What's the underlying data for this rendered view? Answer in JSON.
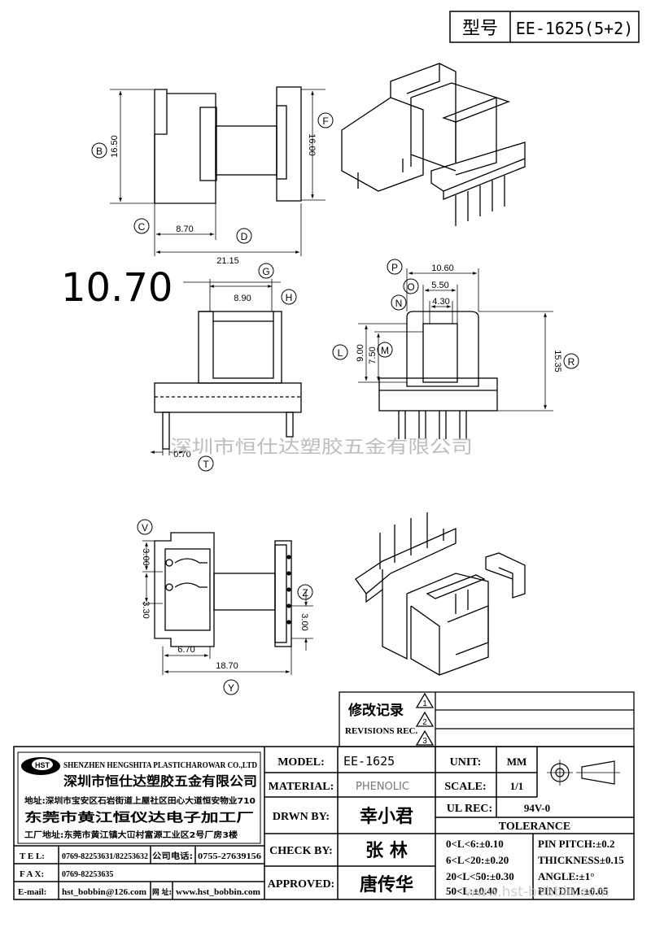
{
  "header": {
    "type_label": "型号",
    "model_code": "EE-1625(5+2)"
  },
  "views": {
    "front": {
      "dim_b": "16.50",
      "dim_f": "16.00",
      "dim_c": "8.70",
      "dim_d": "21.15",
      "label_b": "B",
      "label_f": "F",
      "label_c": "C",
      "label_d": "D"
    },
    "side": {
      "big_dim": "10.70",
      "dim_g": "8.90",
      "dim_t": "0.70",
      "label_g": "G",
      "label_h": "H",
      "label_t": "T"
    },
    "end": {
      "dim_p": "10.60",
      "dim_o": "5.50",
      "dim_n": "4.30",
      "dim_l": "9.00",
      "dim_m": "7.50",
      "dim_r": "15.35",
      "label_p": "P",
      "label_o": "O",
      "label_n": "N",
      "label_l": "L",
      "label_m": "M",
      "label_r": "R"
    },
    "bottom": {
      "dim_v1": "3.00",
      "dim_v2": "3.30",
      "dim_z": "3.00",
      "dim_67": "6.70",
      "dim_y": "18.70",
      "label_v": "V",
      "label_z": "Z",
      "label_y": "Y"
    }
  },
  "watermark": {
    "center": "深圳市恒仕达塑胶五金有限公司",
    "bottom": "www.hst-bobbin.com"
  },
  "revisions": {
    "title_cn": "修改记录",
    "title_en": "REVISIONS REC.",
    "marks": [
      "1",
      "2",
      "3"
    ]
  },
  "company": {
    "name_en": "SHENZHEN HENGSHITA PLASTICHAROWAR CO.,LTD",
    "name_cn": "深圳市恒仕达塑胶五金有限公司",
    "address": "地址:深圳市宝安区石岩街道上屋社区田心大道恒安物业710",
    "factory": "东莞市黄江恒仪达电子加工厂",
    "factory_address": "工厂地址:东莞市黄江镇大冚村富源工业区2号厂房3楼",
    "tel_label": "T E L:",
    "tel": "0769-82253631/82253632",
    "phone_label": "公司电话:",
    "phone": "0755-27639156",
    "fax_label": "F A X:",
    "fax": "0769-82253635",
    "email_label": "E-mail:",
    "email": "hst_bobbin@126.com",
    "web_label": "网 址:",
    "web": "www.hst_bobbin.com"
  },
  "specs": {
    "model_label": "MODEL:",
    "model": "EE-1625",
    "material_label": "MATERIAL:",
    "material": "PHENOLIC",
    "drawn_label": "DRWN BY:",
    "drawn": "幸小君",
    "check_label": "CHECK BY:",
    "check": "张  林",
    "approved_label": "APPROVED:",
    "approved": "唐传华",
    "unit_label": "UNIT:",
    "unit": "MM",
    "scale_label": "SCALE:",
    "scale": "1/1",
    "ul_label": "UL REC:",
    "ul": "94V-0",
    "tolerance_label": "TOLERANCE",
    "tolerances": [
      "0<L<6:±0.10",
      "6<L<20:±0.20",
      "20<L<50:±0.30",
      "50<L:±0.40"
    ],
    "pin_pitch": "PIN PITCH:±0.2",
    "thickness": "THICKNESS±0.15",
    "angle": "ANGLE:±1°",
    "pin_dim": "PIN DIM:±0.05"
  }
}
